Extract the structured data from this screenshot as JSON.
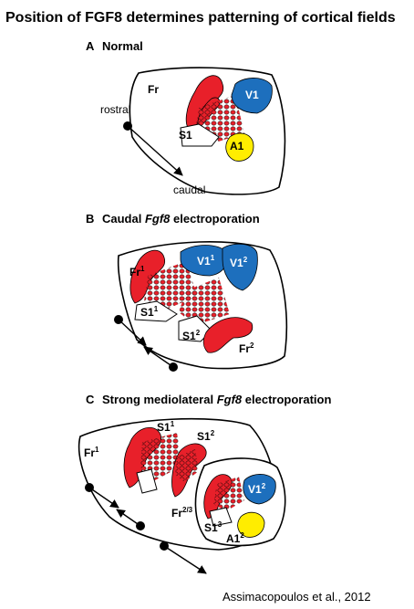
{
  "title": "Position of FGF8 determines patterning of cortical fields",
  "panels": {
    "a": {
      "letter": "A",
      "heading": "Normal"
    },
    "b": {
      "letter": "B",
      "heading_pre": "Caudal ",
      "heading_italic": "Fgf8",
      "heading_post": " electroporation"
    },
    "c": {
      "letter": "C",
      "heading_pre": "Strong mediolateral ",
      "heading_italic": "Fgf8",
      "heading_post": " electroporation"
    }
  },
  "labels": {
    "fr": "Fr",
    "v1": "V1",
    "s1": "S1",
    "a1": "A1",
    "rostral": "rostral",
    "caudal": "caudal",
    "sup1": "1",
    "sup2": "2",
    "sup3": "3",
    "sup23": "2/3"
  },
  "colors": {
    "red": "#e8202a",
    "blue": "#1d6fbd",
    "yellow": "#ffed00"
  },
  "credit": "Assimacopoulos et al., 2012"
}
